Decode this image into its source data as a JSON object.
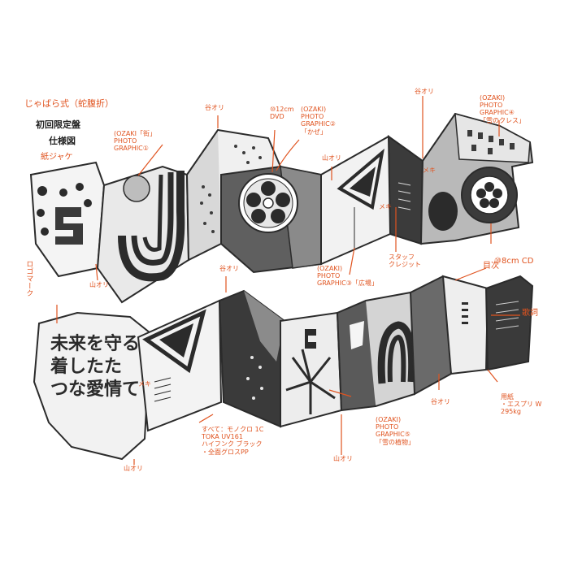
{
  "colors": {
    "ink": "#2b2b2b",
    "gray": "#6f6f6f",
    "light": "#c9c9c9",
    "annotation": "#e0531f",
    "paper": "#ffffff"
  },
  "header": {
    "line1": "じゃばら式（蛇腹折）",
    "line2": "初回限定盤",
    "line3": "仕様図",
    "line4": "紙ジャケ"
  },
  "labels": {
    "graphic1": "(OZAKI「街」\nPHOTO\nGRAPHIC①",
    "cd12": "⑩12cm\nDVD",
    "graphic2": "(OZAKI)\nPHOTO\nGRAPHIC②\n「かぜ」",
    "tani1": "谷オリ",
    "tani2": "谷オリ",
    "tani3": "谷オリ",
    "tani4": "谷オリ",
    "yama1": "山オリ",
    "yama2": "山オリ",
    "yama3": "山オリ",
    "yama4": "山オリ",
    "graphic4": "(OZAKI)\nPHOTO\nGRAPHIC④\n「雪のクレス」",
    "graphic3": "(OZAKI)\nPHOTO\nGRAPHIC③「広場」",
    "staff": "スタッフ\nクレジット",
    "cd8": "⑩8cm CD",
    "mokuji": "目次",
    "kashi": "歌詞",
    "youshi": "用紙\n・エスプリ W\n295kg",
    "subete": "すべて：モノクロ 1C\nTOKA UV161\nハイフンク ブラック\n・全面グロスPP",
    "graphic5": "(OZAKI)\nPHOTO\nGRAPHIC⑤\n「雪の植物」",
    "logo": "ロゴマーク",
    "meki1": "メキ",
    "meki2": "メキ",
    "meki3": "メキ"
  },
  "lettering": "未来を守る\n着したた\nつな愛情て"
}
